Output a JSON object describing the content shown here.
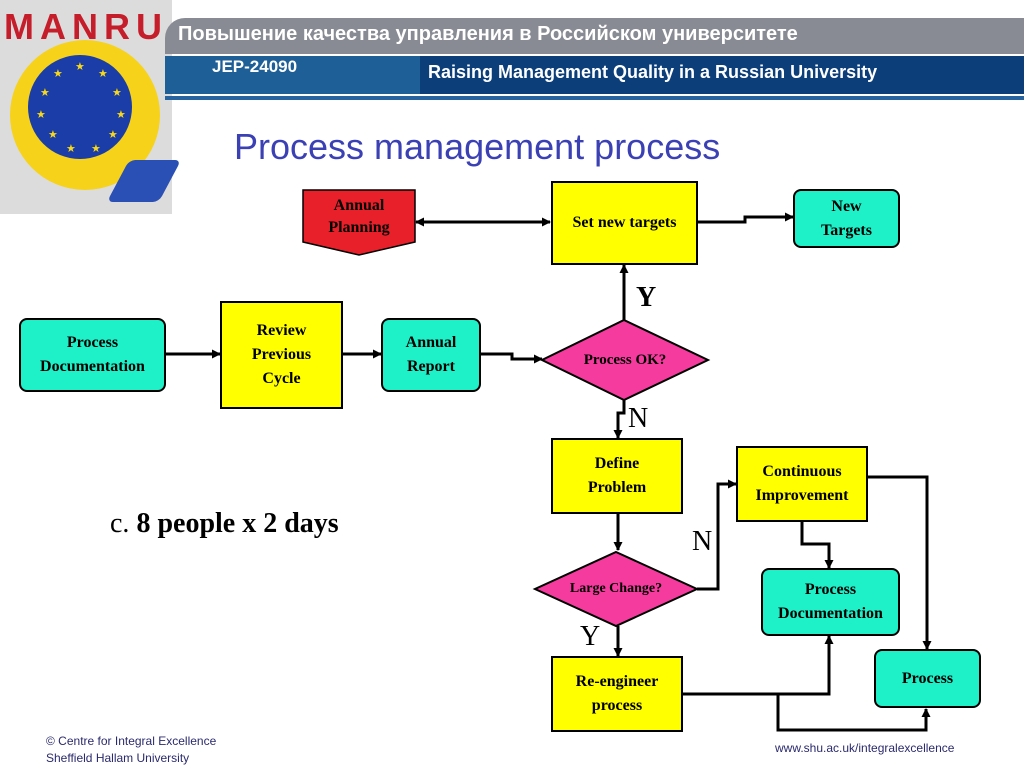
{
  "header": {
    "logo_letters": "MANRU",
    "title_ru": "Повышение качества управления в Российском университете",
    "project_code": "JEP-24090",
    "title_en": "Raising Management Quality in a Russian University"
  },
  "slide": {
    "title": "Process management process",
    "note_prefix": "c.",
    "note_strong": "8 people x 2 days"
  },
  "flowchart": {
    "annual_planning": "Annual\nPlanning",
    "set_new_targets": "Set new targets",
    "new_targets": "New\nTargets",
    "process_documentation_left": "Process\nDocumentation",
    "review_previous_cycle": "Review\nPrevious\nCycle",
    "annual_report": "Annual\nReport",
    "process_ok": "Process OK?",
    "define_problem": "Define\nProblem",
    "continuous_improvement": "Continuous\nImprovement",
    "large_change": "Large Change?",
    "process_documentation_right": "Process\nDocumentation",
    "reengineer_process": "Re-engineer\nprocess",
    "process": "Process",
    "label_y_top": "Y",
    "label_n_top": "N",
    "label_n_right": "N",
    "label_y_bottom": "Y",
    "colors": {
      "yellow_box": "#ffff00",
      "cyan_box": "#1ef0c8",
      "decision_diamond": "#f53c9e",
      "annual_planning_fill": "#e8202a"
    }
  },
  "footer": {
    "copyright": "© Centre for Integral Excellence",
    "university": "Sheffield Hallam University",
    "url": "www.shu.ac.uk/integralexcellence"
  }
}
